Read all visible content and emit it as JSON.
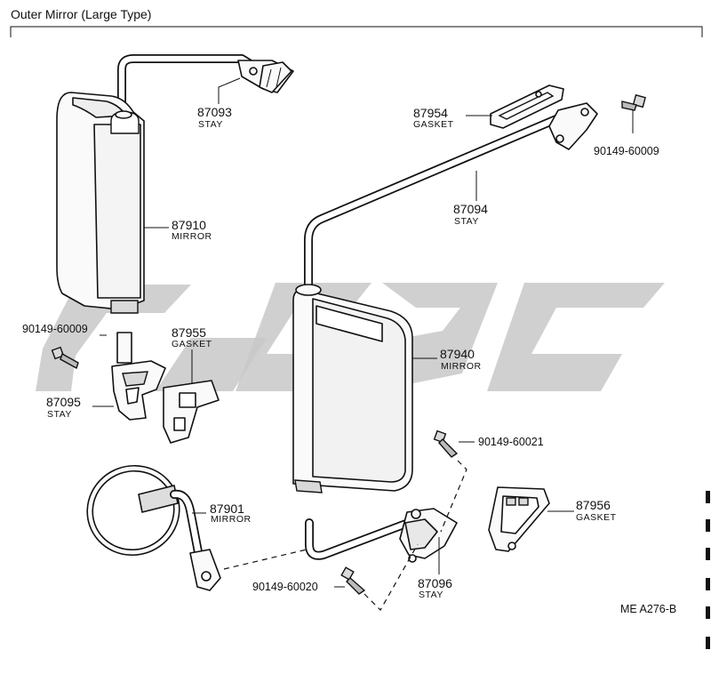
{
  "title": "Outer Mirror (Large Type)",
  "ref_code": "ME  A276-B",
  "parts": [
    {
      "id": "p87093",
      "number": "87093",
      "name": "STAY"
    },
    {
      "id": "p87954",
      "number": "87954",
      "name": "GASKET"
    },
    {
      "id": "p9014960009a",
      "number": "90149-60009",
      "name": ""
    },
    {
      "id": "p87094",
      "number": "87094",
      "name": "STAY"
    },
    {
      "id": "p87910",
      "number": "87910",
      "name": "MIRROR"
    },
    {
      "id": "p9014960009b",
      "number": "90149-60009",
      "name": ""
    },
    {
      "id": "p87955",
      "number": "87955",
      "name": "GASKET"
    },
    {
      "id": "p87095",
      "number": "87095",
      "name": "STAY"
    },
    {
      "id": "p87940",
      "number": "87940",
      "name": "MIRROR"
    },
    {
      "id": "p9014960021",
      "number": "90149-60021",
      "name": ""
    },
    {
      "id": "p87901",
      "number": "87901",
      "name": "MIRROR"
    },
    {
      "id": "p87956",
      "number": "87956",
      "name": "GASKET"
    },
    {
      "id": "p9014960020",
      "number": "90149-60020",
      "name": ""
    },
    {
      "id": "p87096",
      "number": "87096",
      "name": "STAY"
    }
  ]
}
